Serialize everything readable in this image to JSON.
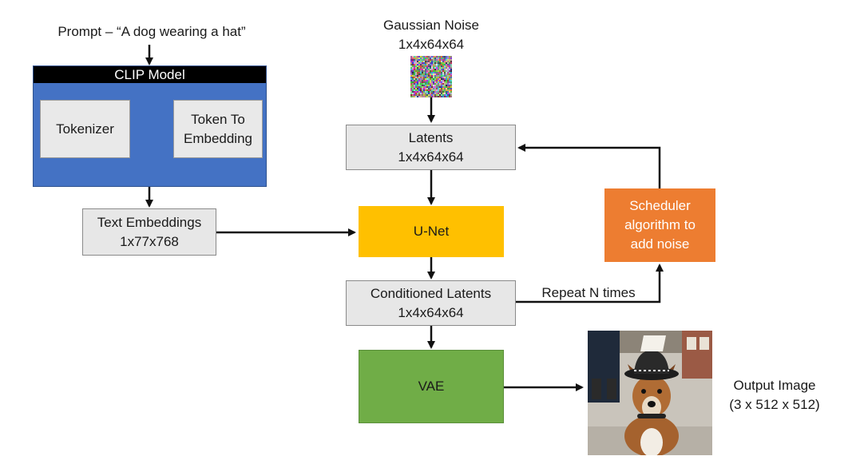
{
  "prompt": "Prompt – “A dog wearing a hat”",
  "clip": {
    "title": "CLIP Model",
    "tokenizer": "Tokenizer",
    "token_to_embedding_line1": "Token To",
    "token_to_embedding_line2": "Embedding"
  },
  "text_embeddings": {
    "label": "Text Embeddings",
    "shape": "1x77x768"
  },
  "noise": {
    "label": "Gaussian Noise",
    "shape": "1x4x64x64"
  },
  "latents": {
    "label": "Latents",
    "shape": "1x4x64x64"
  },
  "unet": {
    "label": "U-Net"
  },
  "conditioned_latents": {
    "label": "Conditioned Latents",
    "shape": "1x4x64x64"
  },
  "scheduler": {
    "line1": "Scheduler",
    "line2": "algorithm to",
    "line3": "add noise"
  },
  "repeat": "Repeat N times",
  "vae": {
    "label": "VAE"
  },
  "output": {
    "label": "Output Image",
    "shape": "(3 x 512 x 512)"
  },
  "colors": {
    "clip_blue": "#4472c4",
    "clip_header": "#000000",
    "unet_yellow": "#ffc000",
    "scheduler_orange": "#ed7d31",
    "vae_green": "#70ad47",
    "gray_box": "#e7e7e7"
  }
}
